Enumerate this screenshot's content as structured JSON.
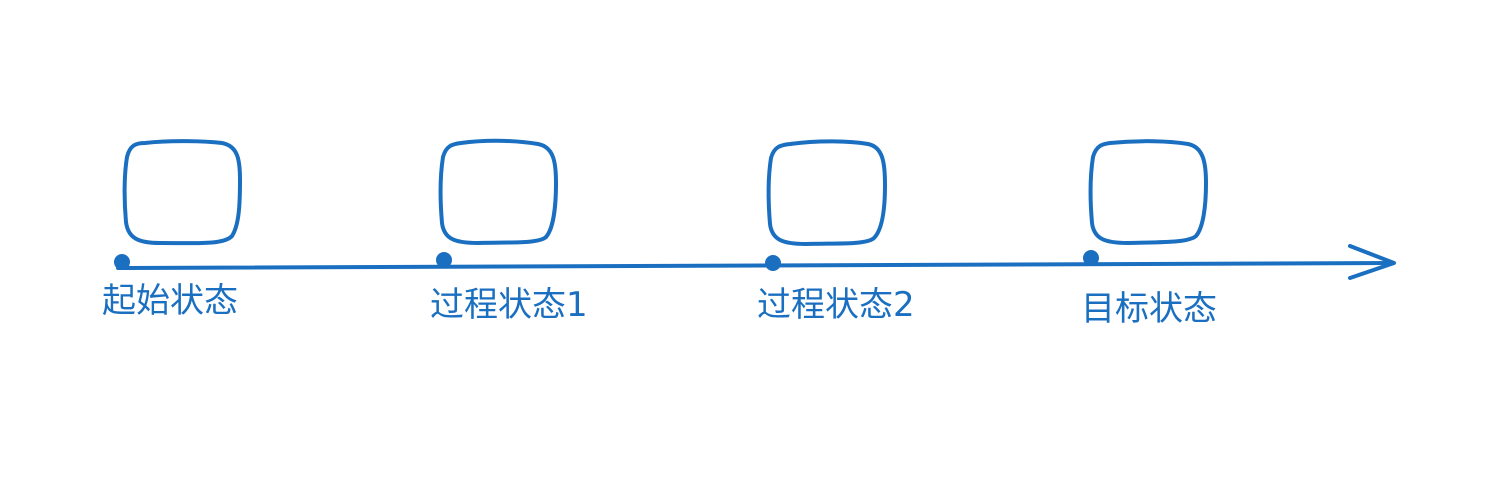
{
  "colors": {
    "stroke": "#1b6fc0",
    "background": "#ffffff"
  },
  "states": [
    {
      "label": "起始状态"
    },
    {
      "label": "过程状态1"
    },
    {
      "label": "过程状态2"
    },
    {
      "label": "目标状态"
    }
  ]
}
